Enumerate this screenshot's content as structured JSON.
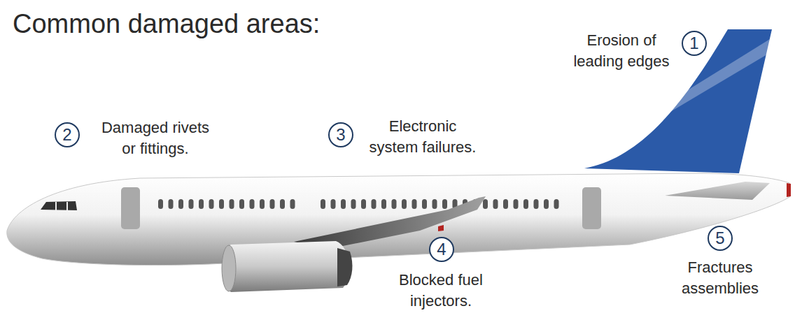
{
  "diagram": {
    "title": "Common damaged areas:",
    "nodes": [
      {
        "text": [
          "1"
        ]
      },
      {
        "text": [
          "2"
        ]
      },
      {
        "text": [
          "3"
        ]
      },
      {
        "text": [
          "4"
        ]
      },
      {
        "text": [
          "5"
        ]
      }
    ],
    "labels": [
      "Erosion of leading edges",
      "Damaged rivets or fittings.",
      "Electronic system failures.",
      "Blocked fuel injectors.",
      "Fractures assemblies"
    ]
  }
}
